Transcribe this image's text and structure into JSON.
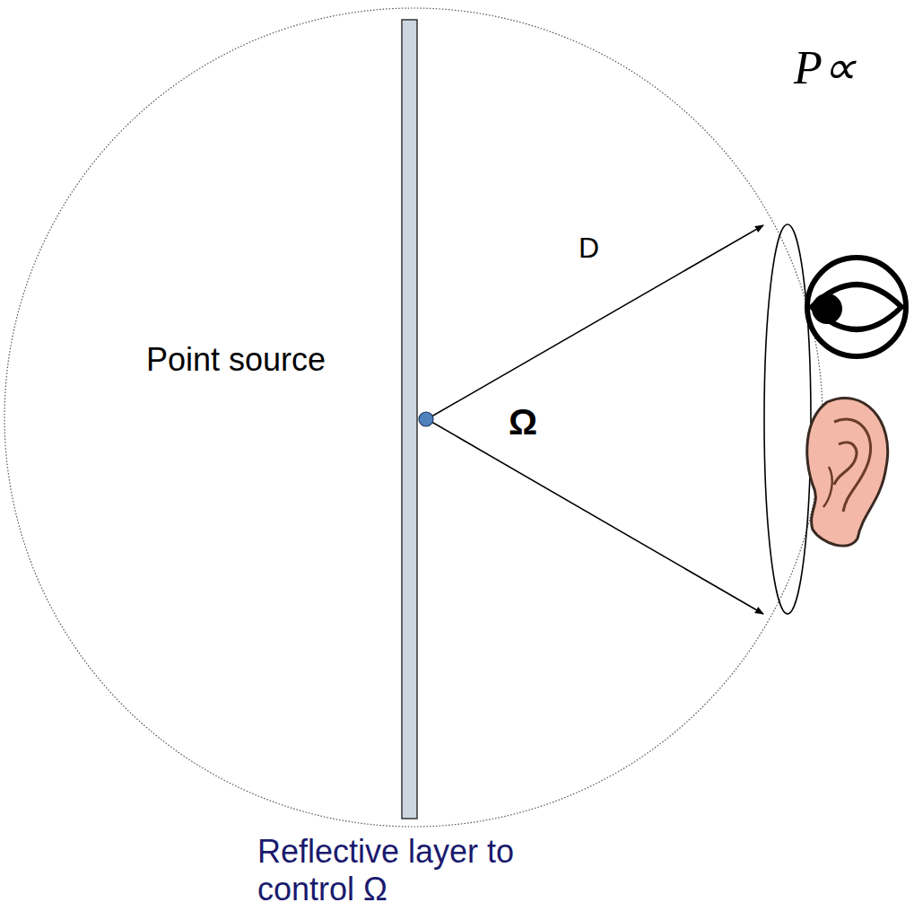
{
  "diagram": {
    "labels": [
      "P∝",
      "D",
      "Point source",
      "Ω",
      "Reflective layer to control Ω"
    ]
  }
}
